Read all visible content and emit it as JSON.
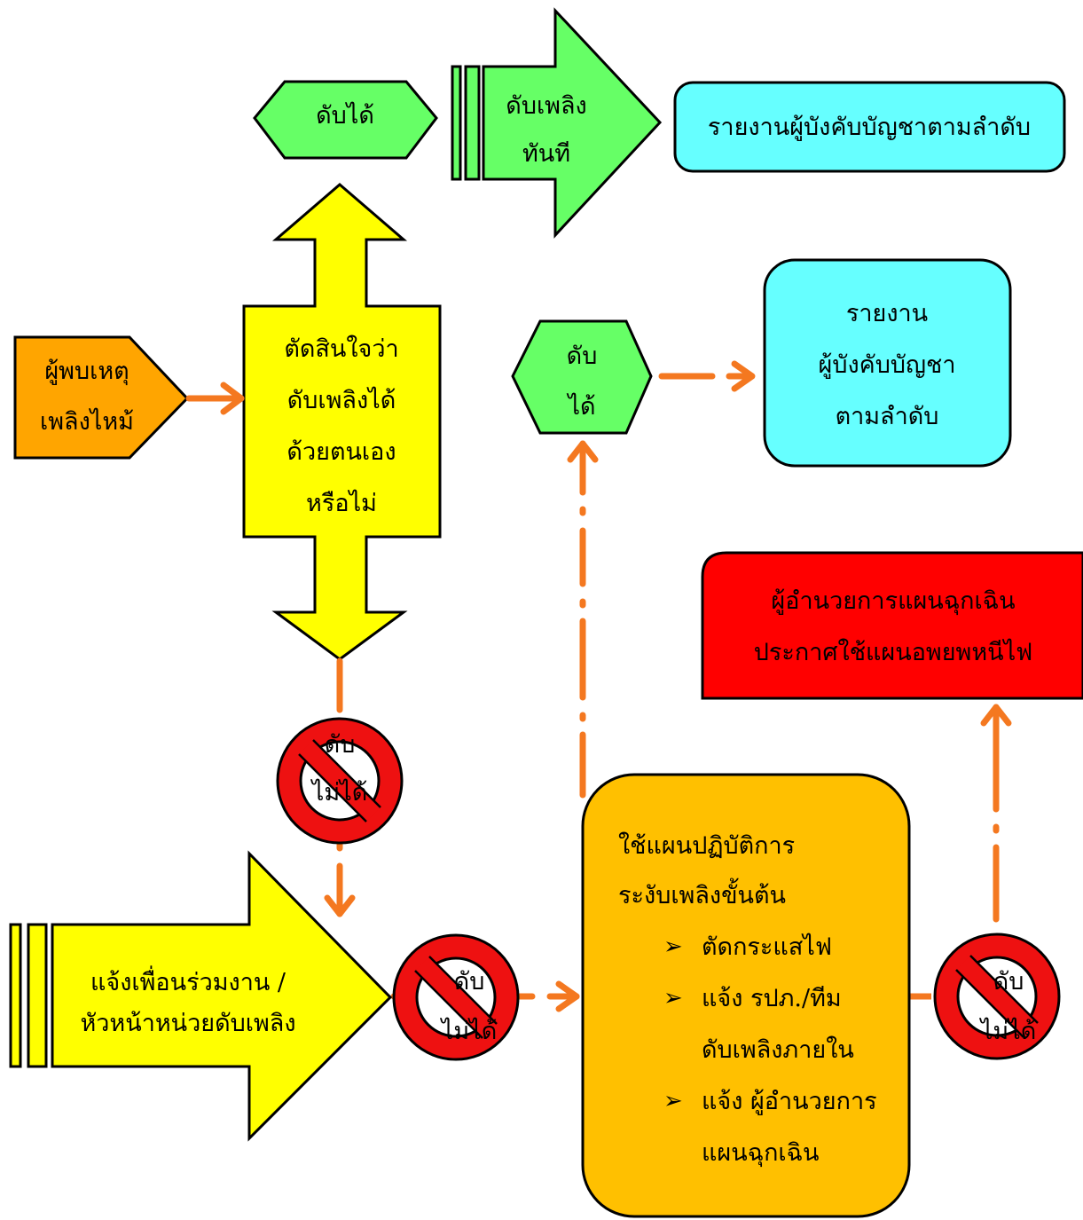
{
  "labels": {
    "extinguished_top": "ดับได้",
    "extinguish_now_1": "ดับเพลิง",
    "extinguish_now_2": "ทันที",
    "report_top": "รายงานผู้บังคับบัญชาตามลำดับ",
    "finder_1": "ผู้พบเหตุ",
    "finder_2": "เพลิงไหม้",
    "decide_1": "ตัดสินใจว่า",
    "decide_2": "ดับเพลิงได้",
    "decide_3": "ด้วยตนเอง",
    "decide_4": "หรือไม่",
    "extinguished_mid_1": "ดับ",
    "extinguished_mid_2": "ได้",
    "report_mid_1": "รายงาน",
    "report_mid_2": "ผู้บังคับบัญชา",
    "report_mid_3": "ตามลำดับ",
    "director_1": "ผู้อำนวยการแผนฉุกเฉิน",
    "director_2": "ประกาศใช้แผนอพยพหนีไฟ",
    "cannot_1": "ดับ",
    "cannot_2": "ไม่ได้",
    "notify_1": "แจ้งเพื่อนร่วมงาน /",
    "notify_2": "หัวหน้าหน่วยดับเพลิง",
    "plan_1": "ใช้แผนปฏิบัติการ",
    "plan_2": "ระงับเพลิงขั้นต้น",
    "plan_b1": "ตัดกระแสไฟ",
    "plan_b2a": "แจ้ง รปภ./ทีม",
    "plan_b2b": "ดับเพลิงภายใน",
    "plan_b3a": "แจ้ง ผู้อำนวยการ",
    "plan_b3b": "แผนฉุกเฉิน",
    "bullet": "➢"
  },
  "colors": {
    "green": "#66ff66",
    "cyan": "#66ffff",
    "orange_dark": "#ffa500",
    "yellow": "#ffff00",
    "amber": "#ffc000",
    "red": "#ff0000",
    "arrow": "#f47820",
    "prohibit_red": "#ee1111"
  }
}
